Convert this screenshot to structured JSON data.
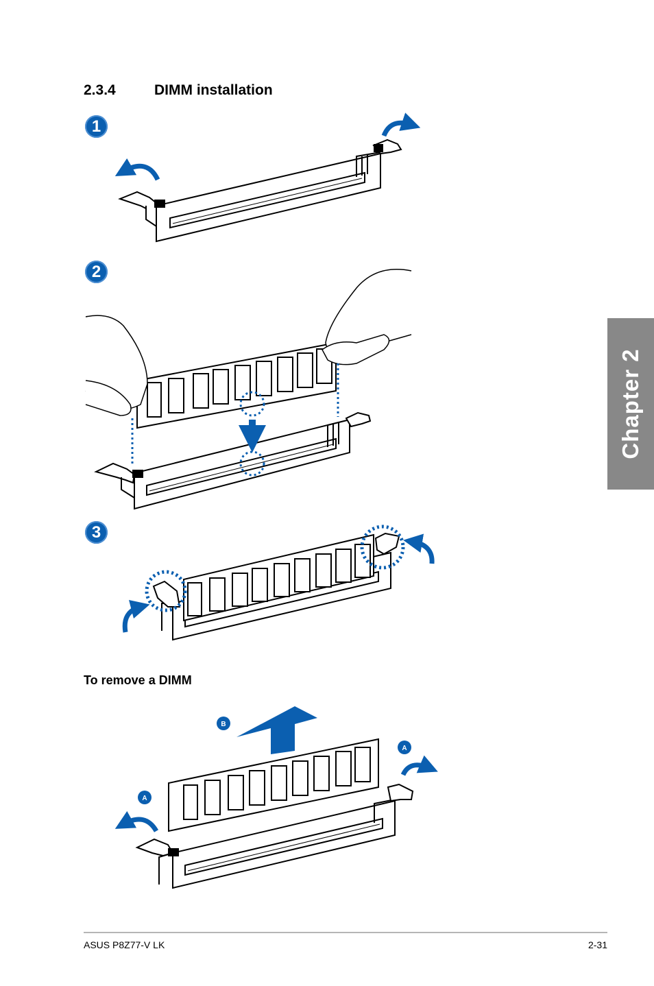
{
  "section": {
    "number": "2.3.4",
    "title": "DIMM installation"
  },
  "steps": [
    {
      "label": "1"
    },
    {
      "label": "2"
    },
    {
      "label": "3"
    }
  ],
  "remove": {
    "title": "To remove a DIMM",
    "badge_b": "B",
    "badge_a": "A"
  },
  "chapter_tab": {
    "label": "Chapter 2"
  },
  "footer": {
    "left": "ASUS P8Z77-V LK",
    "right": "2-31"
  },
  "colors": {
    "accent_blue": "#0b5fb0",
    "tab_gray": "#888888"
  }
}
